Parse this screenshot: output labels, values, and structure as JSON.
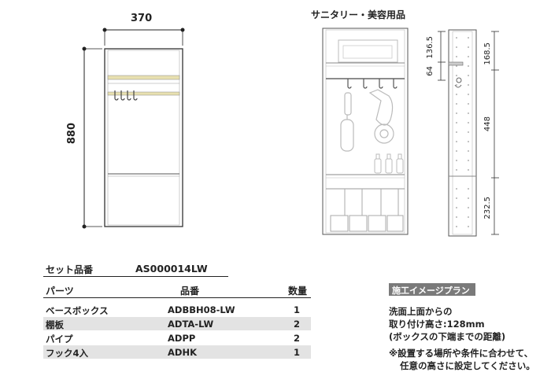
{
  "left_diagram": {
    "width_label": "370",
    "height_label": "880"
  },
  "right_diagram": {
    "title": "サニタリー・美容用品",
    "dims": {
      "d1": "136.5",
      "d2": "168.5",
      "d3": "64",
      "d4": "448",
      "d5": "232.5"
    }
  },
  "set": {
    "label": "セット品番",
    "code": "AS000014LW"
  },
  "table": {
    "headers": {
      "parts": "パーツ",
      "code": "品番",
      "qty": "数量"
    },
    "rows": [
      {
        "part": "ベースボックス",
        "code": "ADBBH08-LW",
        "qty": "1"
      },
      {
        "part": "棚板",
        "code": "ADTA-LW",
        "qty": "2"
      },
      {
        "part": "パイプ",
        "code": "ADPP",
        "qty": "2"
      },
      {
        "part": "フック4入",
        "code": "ADHK",
        "qty": "1"
      }
    ]
  },
  "plan": {
    "banner": "施工イメージプラン",
    "line1": "洗面上面からの",
    "line2": "取り付け高さ:128mm",
    "line3": "(ボックスの下端までの距離)",
    "line4": "※設置する場所や条件に合わせて、",
    "line5": "任意の高さに設定してください。"
  }
}
